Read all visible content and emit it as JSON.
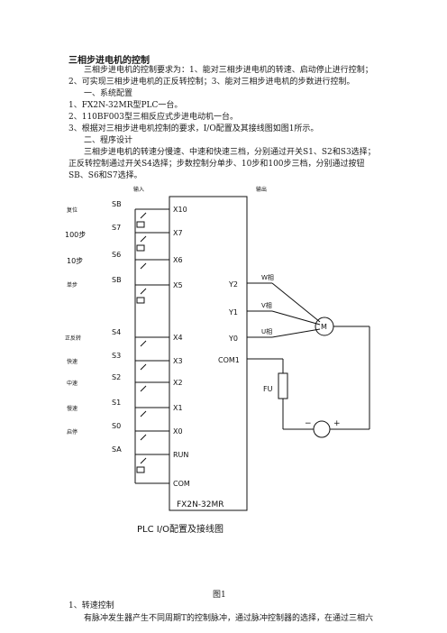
{
  "doc": {
    "title": "三相步进电机的控制",
    "intro": "三相步进电机的控制要求为：1、能对三相步进电机的转速、启动停止进行控制；2、可实现三相步进电机的正反转控制；3、能对三相步进电机的步数进行控制。",
    "sec1_heading": "一、系统配置",
    "items": [
      "1、FX2N-32MR型PLC一台。",
      "2、110BF003型三相反应式步进电动机一台。",
      "3、根据对三相步进电机控制的要求，I/O配置及其接线图如图1所示。"
    ],
    "sec2_heading": "二、程序设计",
    "sec2_para": "三相步进电机的转速分慢速、中速和快速三档，分别通过开关S1、S2和S3选择；正反转控制通过开关S4选择；步数控制分单步、10步和100步三档，分别通过按钮SB、S6和S7选择。",
    "caption": "图1",
    "sub1_heading": "1、转速控制",
    "sub1_para": "有脉冲发生器产生不同周期T的控制脉冲，通过脉冲控制器的选择，在通过三相六拍环"
  },
  "diagram": {
    "header_in": "输入",
    "header_out": "输出",
    "left_labels": [
      "复位",
      "100步",
      "10步",
      "单步",
      "正反转",
      "快速",
      "中速",
      "慢速",
      "启停"
    ],
    "switches": [
      "SB",
      "S7",
      "S6",
      "SB",
      "S4",
      "S3",
      "S2",
      "S1",
      "S0",
      "SA"
    ],
    "inputs": [
      "X10",
      "X7",
      "X6",
      "X5",
      "X4",
      "X3",
      "X2",
      "X1",
      "X0",
      "RUN",
      "COM"
    ],
    "outputs": [
      "Y2",
      "Y1",
      "Y0",
      "COM1"
    ],
    "phases": [
      "W相",
      "V相",
      "U相"
    ],
    "motor": "M",
    "fuse": "FU",
    "minus": "−",
    "plus": "+",
    "plc_model": "FX2N-32MR",
    "bottom_title": "PLC  I/O配置及接线图"
  }
}
